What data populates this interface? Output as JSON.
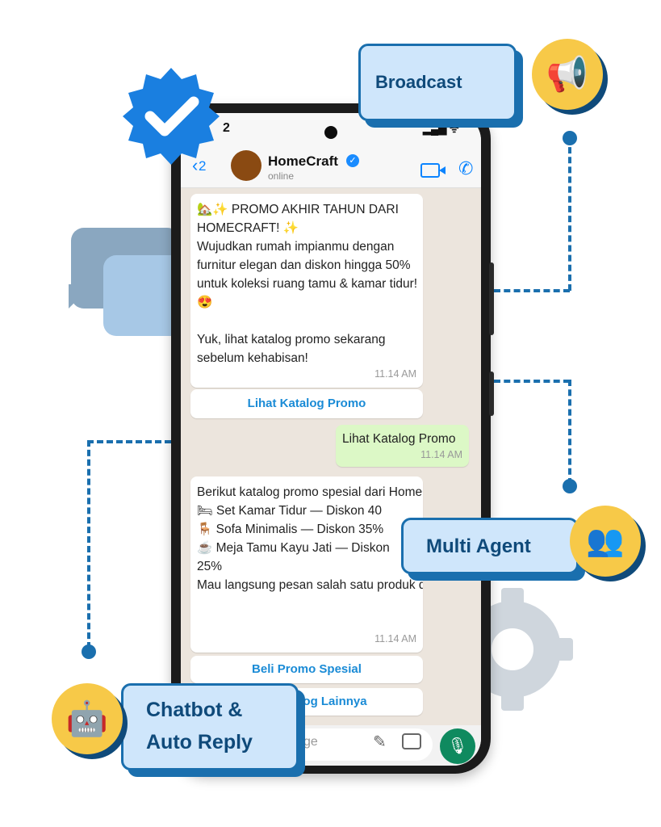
{
  "status_bar": {
    "time": "2",
    "icons": "▂▄▆ ᯤ"
  },
  "header": {
    "back": "2",
    "contact_name": "HomeCraft",
    "contact_status": "online"
  },
  "messages": {
    "promo": {
      "text": "🏡✨ PROMO AKHIR TAHUN DARI HOMECRAFT! ✨\nWujudkan rumah impianmu dengan furnitur elegan dan diskon hingga 50% untuk koleksi ruang tamu & kamar tidur! 😍\n\nYuk, lihat katalog promo sekarang sebelum kehabisan!",
      "time": "11.14 AM",
      "button": "Lihat Katalog Promo"
    },
    "reply": {
      "text": "Lihat Katalog Promo",
      "time": "11.14 AM"
    },
    "catalog": {
      "text": "Berikut katalog promo spesial dari HomeCraft! 🎁\n🛏 Set Kamar Tidur — Diskon 40\n🪑 Sofa Minimalis — Diskon 35%\n☕ Meja Tamu Kayu Jati — Diskon\n25%\nMau langsung pesan salah satu produk di atas?",
      "time": "11.14 AM",
      "button_1": "Beli Promo Spesial",
      "button_2": "og Lainnya"
    }
  },
  "input": {
    "placeholder_fragment": "ge"
  },
  "labels": {
    "broadcast": "Broadcast",
    "multi_agent": "Multi Agent",
    "chatbot_line1": "Chatbot &",
    "chatbot_line2": "Auto Reply"
  },
  "icons": {
    "badge": "verified-check-icon",
    "broadcast": "megaphone-icon",
    "multi_agent": "group-icon",
    "chatbot": "robot-icon"
  },
  "colors": {
    "accent": "#1a6fae",
    "label_fill": "#cfe6fb",
    "circle_fill": "#f7c948",
    "whatsapp_green": "#0f8a5f",
    "outgoing_bubble": "#dcf8c6"
  }
}
